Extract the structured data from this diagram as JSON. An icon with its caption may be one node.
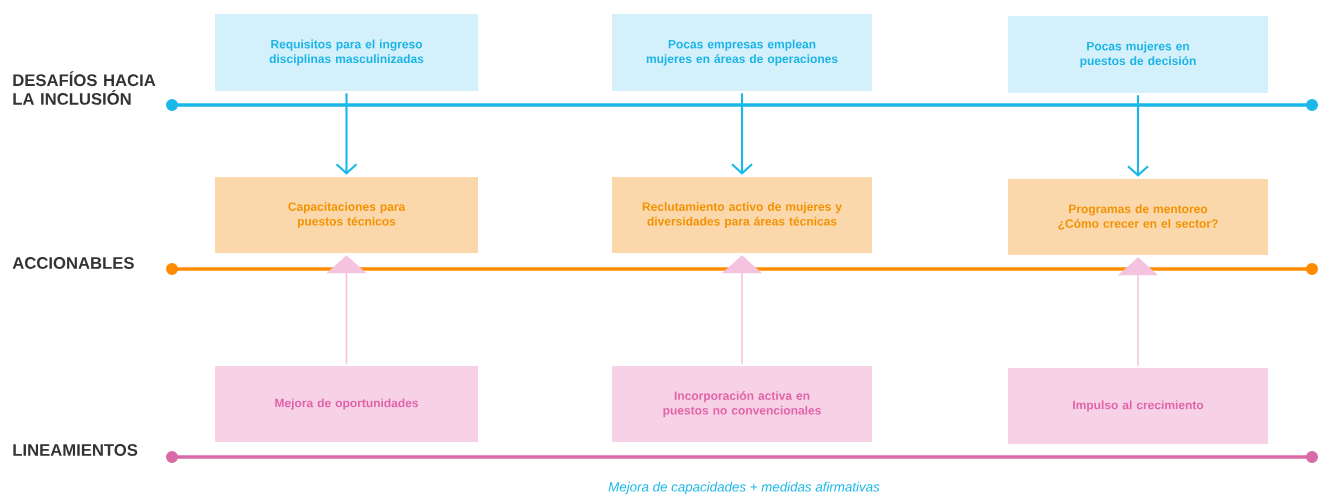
{
  "diagram": {
    "caption": "Mejora de capacidades + medidas afirmativas",
    "nodes": [
      {
        "text": [
          "Requisitos para el ingreso disciplinas masculinizadas"
        ]
      },
      {
        "text": [
          "Pocas empresas emplean mujeres en áreas de operaciones"
        ]
      },
      {
        "text": [
          "Pocas mujeres en puestos de decisión"
        ]
      },
      {
        "text": [
          "Capacitaciones para puestos técnicos"
        ]
      },
      {
        "text": [
          "Reclutamiento activo de mujeres y diversidades para áreas técnicas"
        ]
      },
      {
        "text": [
          "Programas de mentoreo ¿Cómo crecer en el sector?"
        ]
      },
      {
        "text": [
          "Mejora de oportunidades"
        ]
      },
      {
        "text": [
          "Incorporación activa en puestos no convencionales"
        ]
      },
      {
        "text": [
          "Impulso al crecimiento"
        ]
      }
    ],
    "edges": [
      {
        "from": 0,
        "to": 3,
        "arrow": "to",
        "color": "#1ab8e8"
      },
      {
        "from": 1,
        "to": 4,
        "arrow": "to",
        "color": "#1ab8e8"
      },
      {
        "from": 2,
        "to": 5,
        "arrow": "to",
        "color": "#1ab8e8"
      },
      {
        "from": 6,
        "to": 3,
        "arrow": "to",
        "color": "#f4c3df"
      },
      {
        "from": 7,
        "to": 4,
        "arrow": "to",
        "color": "#f4c3df"
      },
      {
        "from": 8,
        "to": 5,
        "arrow": "to",
        "color": "#f4c3df"
      }
    ],
    "labels": [
      "DESAFÍOS HACIA LA INCLUSIÓN",
      "ACCIONABLES",
      "LINEAMIENTOS"
    ]
  }
}
